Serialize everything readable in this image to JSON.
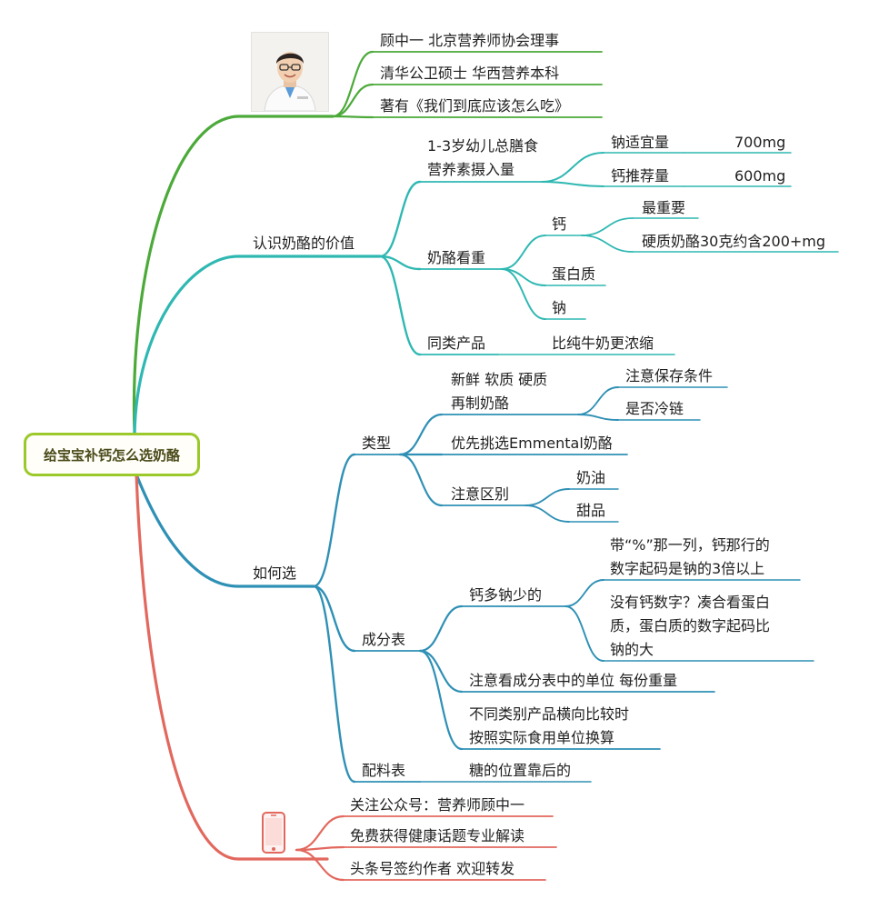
{
  "colors": {
    "profile": "#4caa3a",
    "value": "#2fb8b2",
    "choose": "#2f90b5",
    "follow": "#e2685e",
    "root_border": "#9bc92a"
  },
  "root": "给宝宝补钙怎么选奶酪",
  "profile": {
    "photo_icon": "doctor-portrait-icon",
    "lines": [
      "顾中一 北京营养师协会理事",
      "清华公卫硕士 华西营养本科",
      "著有《我们到底应该怎么吃》"
    ]
  },
  "value": {
    "label": "认识奶酪的价值",
    "intake": {
      "label_line1": "1-3岁幼儿总膳食",
      "label_line2": "营养素摄入量",
      "sodium_label": "钠适宜量",
      "sodium_value": "700mg",
      "calcium_label": "钙推荐量",
      "calcium_value": "600mg"
    },
    "focus": {
      "label": "奶酪看重",
      "calcium": "钙",
      "calcium_notes": [
        "最重要",
        "硬质奶酪30克约含200+mg"
      ],
      "protein": "蛋白质",
      "sodium": "钠"
    },
    "similar": {
      "label": "同类产品",
      "note": "比纯牛奶更浓缩"
    }
  },
  "choose": {
    "label": "如何选",
    "types": {
      "label": "类型",
      "kinds_line1": "新鲜 软质 硬质",
      "kinds_line2": "再制奶酪",
      "kinds_notes": [
        "注意保存条件",
        "是否冷链"
      ],
      "prefer": "优先挑选Emmental奶酪",
      "distinguish": "注意区别",
      "distinguish_items": [
        "奶油",
        "甜品"
      ]
    },
    "nutrition": {
      "label": "成分表",
      "high_ca": "钙多钠少的",
      "note1_line1": "带“%”那一列，钙那行的",
      "note1_line2": "数字起码是钠的3倍以上",
      "note2_line1": "没有钙数字？凑合看蛋白",
      "note2_line2": "质，蛋白质的数字起码比",
      "note2_line3": "钠的大",
      "unit": "注意看成分表中的单位 每份重量",
      "compare_line1": "不同类别产品横向比较时",
      "compare_line2": "按照实际食用单位换算"
    },
    "ingredients": {
      "label": "配料表",
      "note": "糖的位置靠后的"
    }
  },
  "follow": {
    "phone_icon": "mobile-phone-icon",
    "lines": [
      "关注公众号：营养师顾中一",
      "免费获得健康话题专业解读",
      "头条号签约作者 欢迎转发"
    ]
  }
}
